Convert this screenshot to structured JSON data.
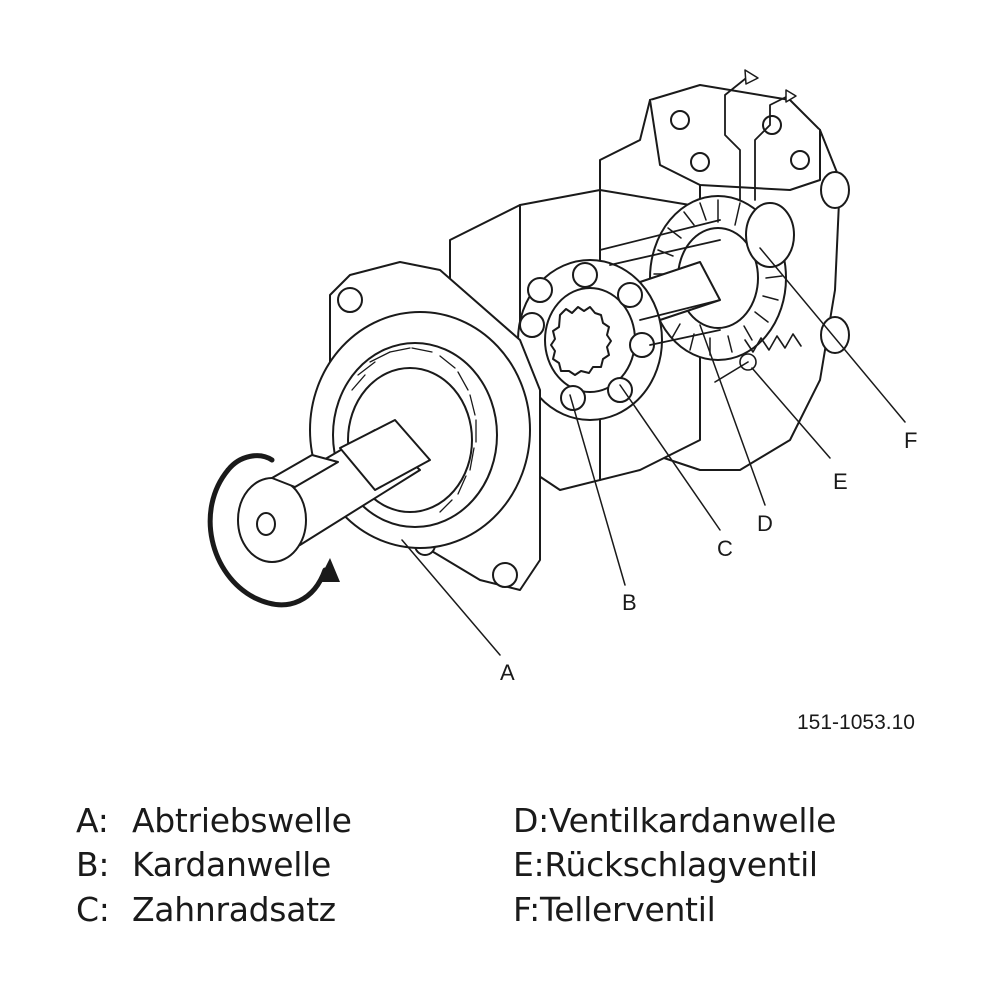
{
  "diagram": {
    "callouts": {
      "A": "A",
      "B": "B",
      "C": "C",
      "D": "D",
      "E": "E",
      "F": "F"
    },
    "figure_id": "151-1053.10",
    "line_color": "#1a1a1a",
    "fill_color": "#ffffff"
  },
  "legend": {
    "left": [
      {
        "key": "A:",
        "label": "Abtriebswelle"
      },
      {
        "key": "B:",
        "label": "Kardanwelle"
      },
      {
        "key": "C:",
        "label": "Zahnradsatz"
      }
    ],
    "right": [
      {
        "key": "D:",
        "label": "Ventilkardanwelle"
      },
      {
        "key": "E:",
        "label": "Rückschlagventil"
      },
      {
        "key": "F:",
        "label": "Tellerventil"
      }
    ]
  }
}
